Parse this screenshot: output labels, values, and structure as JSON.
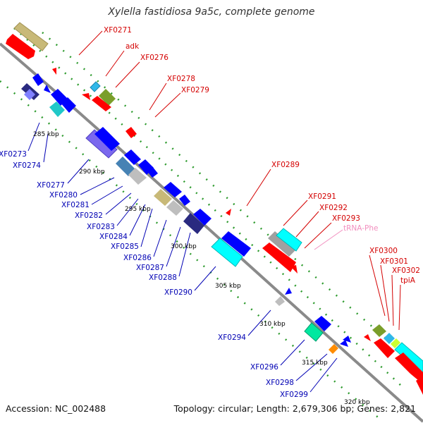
{
  "title": "Xylella fastidiosa 9a5c, complete genome",
  "footer": {
    "accession": "Accession: NC_002488",
    "summary": "Topology: circular; Length: 2,679,306 bp; Genes: 2,821"
  },
  "colors": {
    "backbone": "#8a8a8a",
    "tick_dots": "#2e9b2e",
    "forward_label": "#d40000",
    "reverse_label": "#0000b4",
    "trna_label": "#f28fbf",
    "forward_gene": "#ff0000",
    "reverse_gene": "#0000ff"
  },
  "scale_labels": [
    "285 kbp",
    "290 kbp",
    "295 kbp",
    "300 kbp",
    "305 kbp",
    "310 kbp",
    "315 kbp",
    "320 kbp"
  ],
  "forward_labels": [
    "XF0271",
    "adk",
    "XF0276",
    "XF0278",
    "XF0279",
    "XF0289",
    "XF0291",
    "XF0292",
    "XF0293",
    "XF0300",
    "XF0301",
    "XF0302",
    "tpiA"
  ],
  "trna_labels": [
    "tRNA-Phe"
  ],
  "reverse_labels": [
    "XF0273",
    "XF0274",
    "XF0277",
    "XF0280",
    "XF0281",
    "XF0282",
    "XF0283",
    "XF0284",
    "XF0285",
    "XF0286",
    "XF0287",
    "XF0288",
    "XF0290",
    "XF0294",
    "XF0296",
    "XF0298",
    "XF0299"
  ]
}
